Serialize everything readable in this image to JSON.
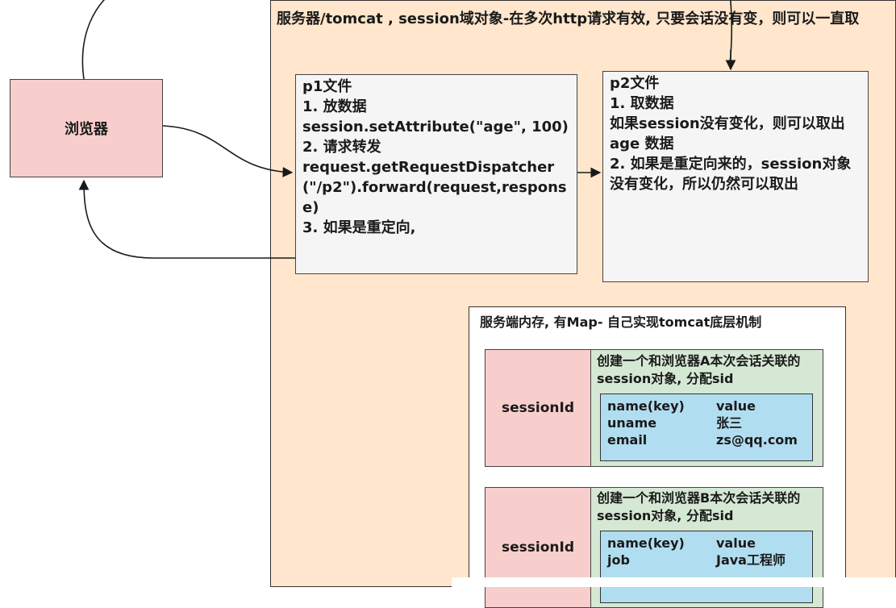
{
  "server": {
    "title": "服务器/tomcat , session域对象-在多次http请求有效, 只要会话没有变，则可以一直取"
  },
  "browser": {
    "label": "浏览器"
  },
  "p1": {
    "title": "p1文件",
    "lines": [
      "1. 放数据",
      "session.setAttribute(\"age\", 100)",
      "2. 请求转发",
      "request.getRequestDispatcher(\"/p2\").forward(request,response)",
      "3. 如果是重定向,"
    ]
  },
  "p2": {
    "title": "p2文件",
    "lines": [
      "1. 取数据",
      "如果session没有变化，则可以取出age 数据",
      "2. 如果是重定向来的，session对象没有变化，所以仍然可以取出"
    ]
  },
  "memory": {
    "title": "服务端内存, 有Map- 自己实现tomcat底层机制",
    "entries": [
      {
        "key_label": "sessionId",
        "desc": "创建一个和浏览器A本次会话关联的session对象, 分配sid",
        "header": [
          "name(key)",
          "value"
        ],
        "rows": [
          [
            "uname",
            "张三"
          ],
          [
            "email",
            "zs@qq.com"
          ]
        ]
      },
      {
        "key_label": "sessionId",
        "desc": "创建一个和浏览器B本次会话关联的session对象, 分配sid",
        "header": [
          "name(key)",
          "value"
        ],
        "rows": [
          [
            "job",
            "Java工程师"
          ]
        ]
      }
    ]
  }
}
